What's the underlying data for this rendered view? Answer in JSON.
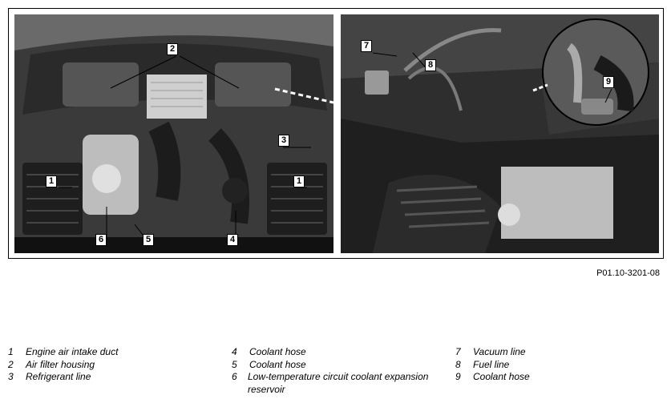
{
  "figure_id": "P01.10-3201-08",
  "callouts": [
    "1",
    "2",
    "3",
    "4",
    "5",
    "6",
    "7",
    "8",
    "9"
  ],
  "legend": [
    {
      "num": "1",
      "text": "Engine air intake duct"
    },
    {
      "num": "2",
      "text": "Air filter housing"
    },
    {
      "num": "3",
      "text": "Refrigerant line"
    },
    {
      "num": "4",
      "text": "Coolant hose"
    },
    {
      "num": "5",
      "text": "Coolant hose"
    },
    {
      "num": "6",
      "text": "Low-temperature circuit coolant expansion reservoir"
    },
    {
      "num": "7",
      "text": "Vacuum line"
    },
    {
      "num": "8",
      "text": "Fuel line"
    },
    {
      "num": "9",
      "text": "Coolant hose"
    }
  ]
}
